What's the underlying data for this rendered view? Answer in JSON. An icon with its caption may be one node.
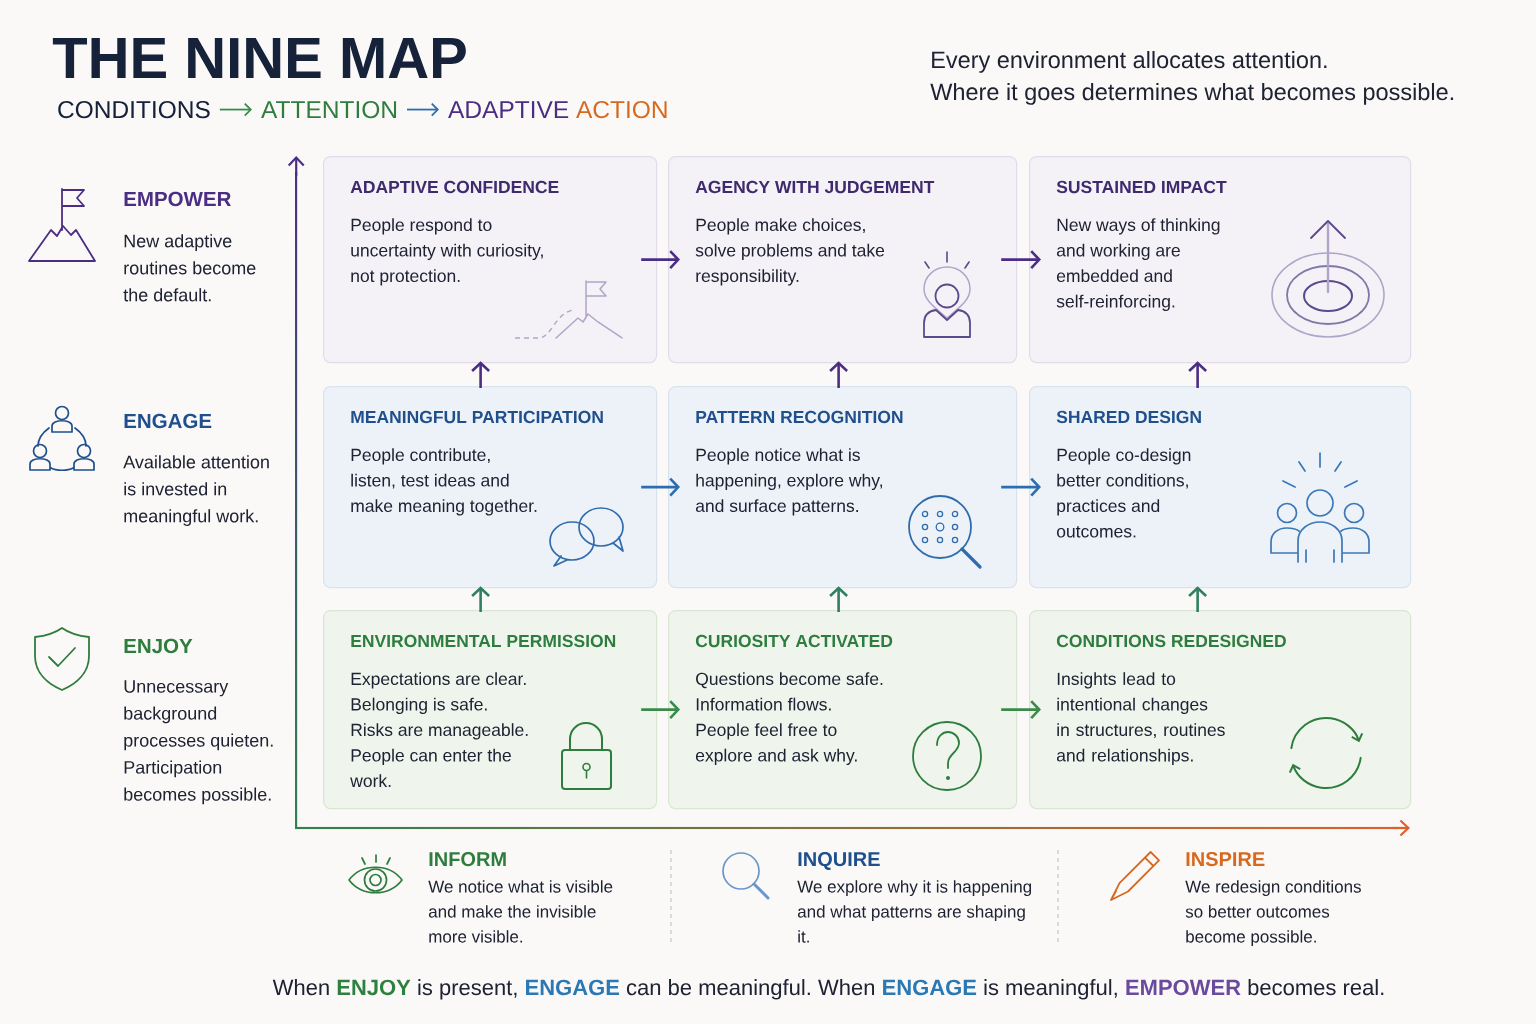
{
  "diagram": {
    "title": "THE NINE MAP",
    "nodes": [
      {
        "text": [
          "CONDITIONS"
        ]
      },
      {
        "text": [
          "ATTENTION"
        ]
      },
      {
        "text": [
          "ADAPTIVE ACTION"
        ]
      },
      {
        "text": [
          "ADAPTIVE CONFIDENCE",
          "People respond to uncertainty with curiosity, not protection."
        ]
      },
      {
        "text": [
          "AGENCY WITH JUDGEMENT",
          "People make choices, solve problems and take responsibility."
        ]
      },
      {
        "text": [
          "SUSTAINED IMPACT",
          "New ways of thinking and working are embedded and self-reinforcing."
        ]
      },
      {
        "text": [
          "MEANINGFUL PARTICIPATION",
          "People contribute, listen, test ideas and make meaning together."
        ]
      },
      {
        "text": [
          "PATTERN RECOGNITION",
          "People notice what is happening, explore why, and surface patterns."
        ]
      },
      {
        "text": [
          "SHARED DESIGN",
          "People co-design better conditions, practices and outcomes."
        ]
      },
      {
        "text": [
          "ENVIRONMENTAL PERMISSION",
          "Expectations are clear. Belonging is safe. Risks are manageable. People can enter the work."
        ]
      },
      {
        "text": [
          "CURIOSITY ACTIVATED",
          "Questions become safe. Information flows. People feel free to explore and ask why."
        ]
      },
      {
        "text": [
          "CONDITIONS REDESIGNED",
          "Insights lead to intentional changes in structures, routines and relationships."
        ]
      }
    ],
    "edges": [
      {
        "from": 0,
        "to": 1,
        "arrow": "to",
        "color": "#3a8a4a"
      },
      {
        "from": 1,
        "to": 2,
        "arrow": "to",
        "color": "#2c6db0"
      },
      {
        "from": 3,
        "to": 4,
        "arrow": "to",
        "color": "#4b2d83"
      },
      {
        "from": 4,
        "to": 5,
        "arrow": "to",
        "color": "#4b2d83"
      },
      {
        "from": 6,
        "to": 7,
        "arrow": "to",
        "color": "#2c6db0"
      },
      {
        "from": 7,
        "to": 8,
        "arrow": "to",
        "color": "#2c6db0"
      },
      {
        "from": 9,
        "to": 10,
        "arrow": "to",
        "color": "#3a8a4a"
      },
      {
        "from": 10,
        "to": 11,
        "arrow": "to",
        "color": "#3a8a4a"
      },
      {
        "from": 9,
        "to": 6,
        "arrow": "to",
        "color": "#2e8060"
      },
      {
        "from": 10,
        "to": 7,
        "arrow": "to",
        "color": "#2e8060"
      },
      {
        "from": 11,
        "to": 8,
        "arrow": "to",
        "color": "#2e8060"
      },
      {
        "from": 6,
        "to": 3,
        "arrow": "to",
        "color": "#4b2d83"
      },
      {
        "from": 7,
        "to": 4,
        "arrow": "to",
        "color": "#4b2d83"
      },
      {
        "from": 8,
        "to": 5,
        "arrow": "to",
        "color": "#4b2d83"
      }
    ],
    "labels": [
      "Every environment allocates attention.",
      "Where it goes determines what becomes possible.",
      "EMPOWER",
      "New adaptive routines become the default.",
      "ENGAGE",
      "Available attention is invested in meaningful work.",
      "ENJOY",
      "Unnecessary background processes quieten. Participation becomes possible.",
      "INFORM",
      "We notice what is visible and make the invisible more visible.",
      "INQUIRE",
      "We explore why it is happening and what patterns are shaping it.",
      "INSPIRE",
      "We redesign conditions so better outcomes become possible.",
      "When **ENJOY** is present, **ENGAGE** can be meaningful. When **ENGAGE** is meaningful, **EMPOWER** becomes real."
    ]
  }
}
